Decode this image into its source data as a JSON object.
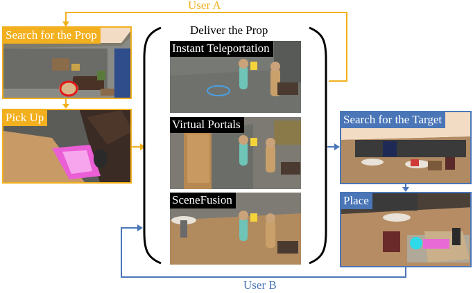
{
  "colors": {
    "user_a": "#f2b01e",
    "user_b": "#4a76b8",
    "label_dark": "#000000"
  },
  "users": {
    "a_label": "User A",
    "b_label": "User B"
  },
  "user_a_steps": {
    "search_prop": "Search for the Prop",
    "pick_up": "Pick Up"
  },
  "deliver": {
    "title": "Deliver the Prop",
    "methods": [
      "Instant Teleportation",
      "Virtual Portals",
      "SceneFusion"
    ]
  },
  "user_b_steps": {
    "search_target": "Search for the Target",
    "place": "Place"
  }
}
